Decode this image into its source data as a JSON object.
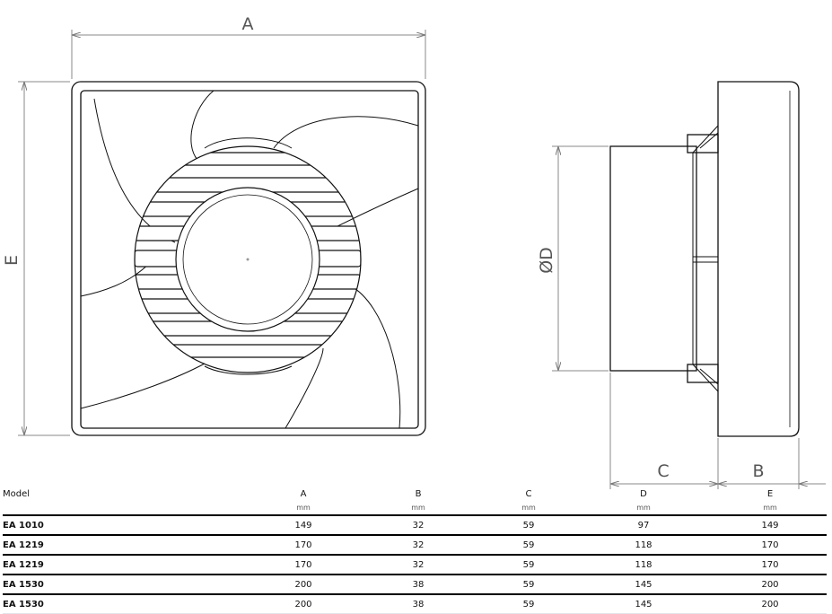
{
  "drawing": {
    "front_view": {
      "width_label": "A",
      "height_label": "E"
    },
    "side_view": {
      "diameter_label": "ØD",
      "depth_label": "C",
      "flange_label": "B"
    }
  },
  "table": {
    "headers": [
      "Model",
      "A",
      "B",
      "C",
      "D",
      "E"
    ],
    "units": [
      "",
      "mm",
      "mm",
      "mm",
      "mm",
      "mm"
    ],
    "rows": [
      [
        "EA 1010",
        "149",
        "32",
        "59",
        "97",
        "149"
      ],
      [
        "EA 1219",
        "170",
        "32",
        "59",
        "118",
        "170"
      ],
      [
        "EA 1219",
        "170",
        "32",
        "59",
        "118",
        "170"
      ],
      [
        "EA 1530",
        "200",
        "38",
        "59",
        "145",
        "200"
      ],
      [
        "EA 1530",
        "200",
        "38",
        "59",
        "145",
        "200"
      ]
    ]
  }
}
